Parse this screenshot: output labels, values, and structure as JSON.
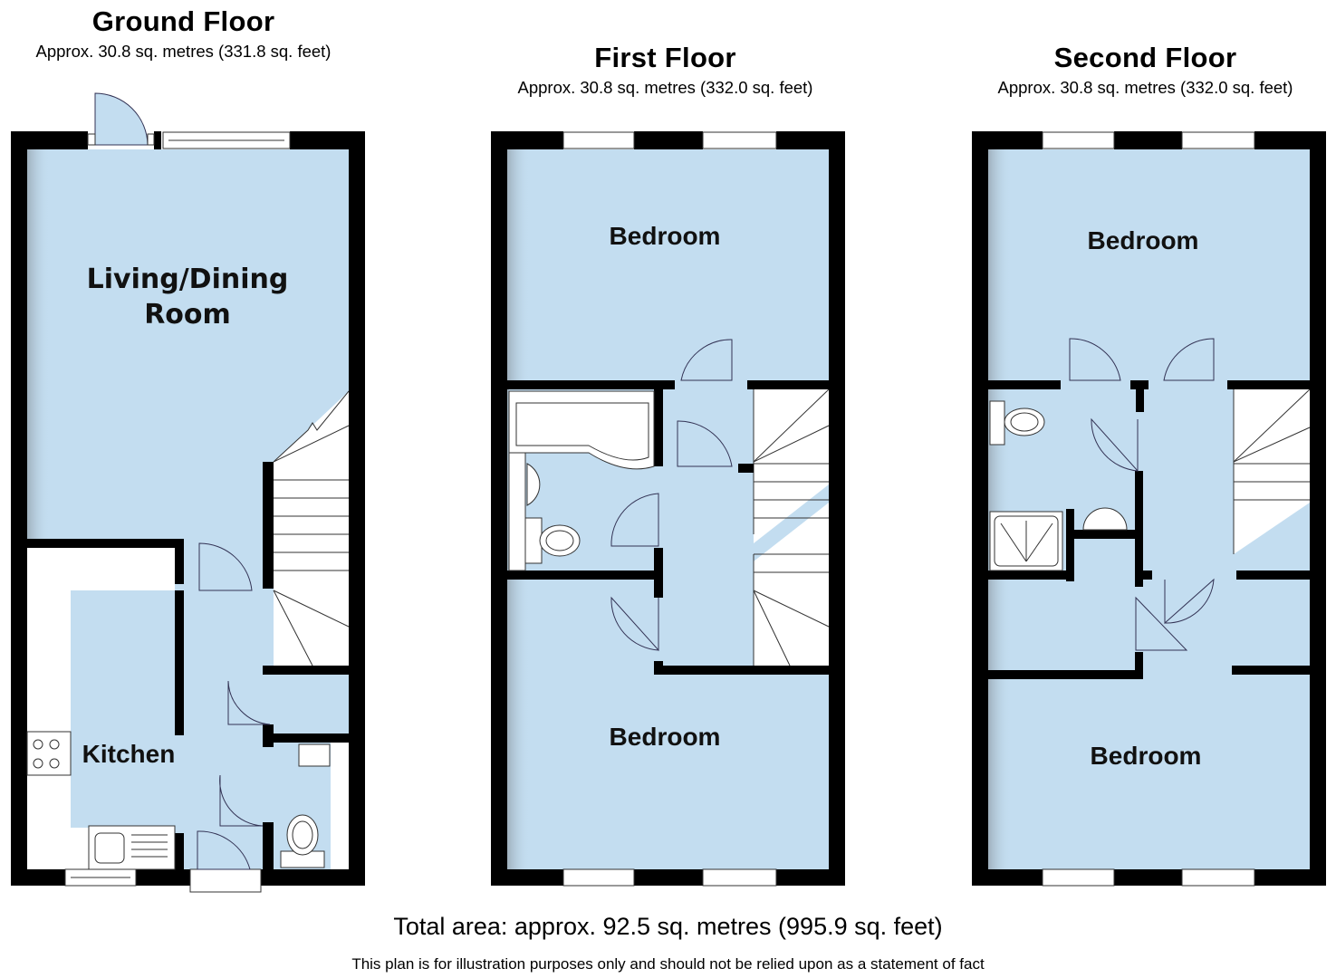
{
  "floors": [
    {
      "title": "Ground Floor",
      "area": "Approx. 30.8 sq. metres (331.8 sq. feet)",
      "rooms": [
        {
          "name": "Living/Dining",
          "name2": "Room"
        },
        {
          "name": "Kitchen"
        }
      ]
    },
    {
      "title": "First Floor",
      "area": "Approx. 30.8 sq. metres (332.0 sq. feet)",
      "rooms": [
        {
          "name": "Bedroom"
        },
        {
          "name": "Bedroom"
        }
      ]
    },
    {
      "title": "Second Floor",
      "area": "Approx. 30.8 sq. metres (332.0 sq. feet)",
      "rooms": [
        {
          "name": "Bedroom"
        },
        {
          "name": "Bedroom"
        }
      ]
    }
  ],
  "footer": {
    "total": "Total area: approx. 92.5 sq. metres (995.9 sq. feet)",
    "disclaimer": "This plan is for illustration purposes only and should not be relied upon as a statement of fact"
  },
  "colors": {
    "room_fill": "#c3ddf0",
    "wall": "#000000",
    "fixture": "#ffffff",
    "background": "#ffffff"
  }
}
